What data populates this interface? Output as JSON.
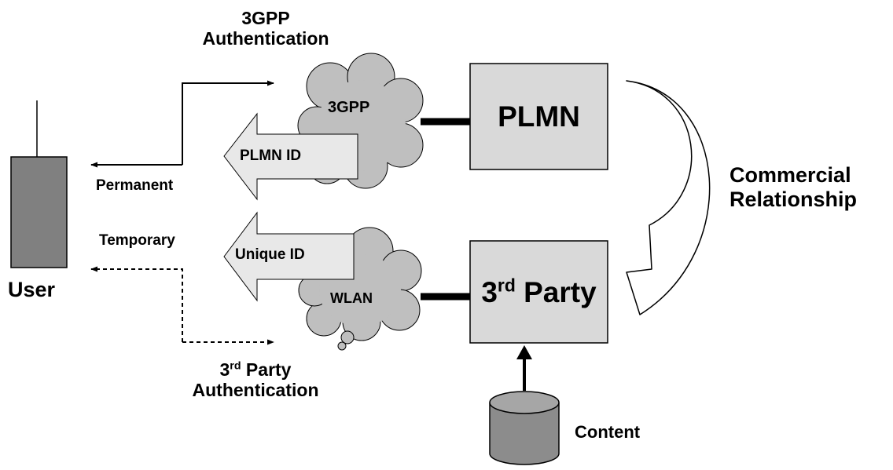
{
  "diagram": {
    "auth_3gpp": {
      "line1": "3GPP",
      "line2": "Authentication"
    },
    "auth_3rd": {
      "base": "3",
      "sup": "rd",
      "rest": " Party",
      "line2": "Authentication"
    },
    "permanent": "Permanent",
    "temporary": "Temporary",
    "user": "User",
    "cloud_3gpp": "3GPP",
    "cloud_wlan": "WLAN",
    "plmn_id": "PLMN ID",
    "unique_id": "Unique ID",
    "plmn": "PLMN",
    "third_party": {
      "base": "3",
      "sup": "rd",
      "rest": " Party"
    },
    "commercial": {
      "line1": "Commercial",
      "line2": "Relationship"
    },
    "content": "Content"
  },
  "colors": {
    "device": "#808080",
    "cloud": "#bfbfbf",
    "box": "#d9d9d9",
    "arrow_fill": "#e8e8e8",
    "cylinder": "#8c8c8c"
  }
}
